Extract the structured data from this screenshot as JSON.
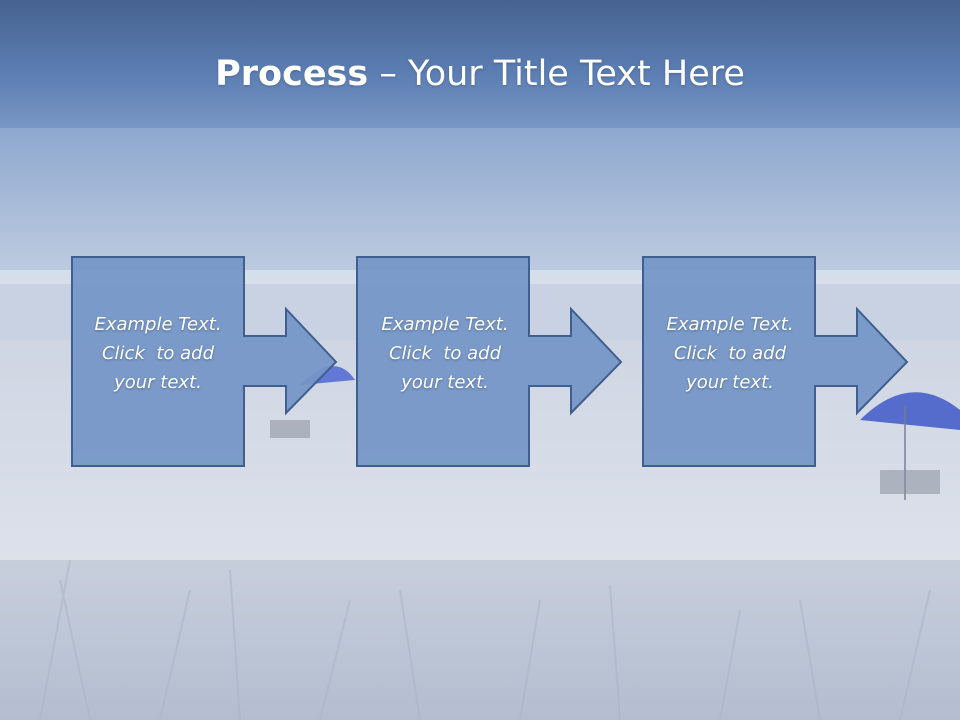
{
  "slide": {
    "title": {
      "bold": "Process",
      "separator": " – ",
      "rest": "Your Title Text Here"
    },
    "steps": [
      {
        "line1": "Example Text.",
        "line2": "Click  to add",
        "line3": "your text."
      },
      {
        "line1": "Example Text.",
        "line2": "Click  to add",
        "line3": "your text."
      },
      {
        "line1": "Example Text.",
        "line2": "Click  to add",
        "line3": "your text."
      }
    ]
  },
  "colors": {
    "header_blue": "#4f6f9f",
    "box_fill": "#7395c7",
    "box_stroke": "#3f5f8f",
    "text": "#ffffff"
  }
}
